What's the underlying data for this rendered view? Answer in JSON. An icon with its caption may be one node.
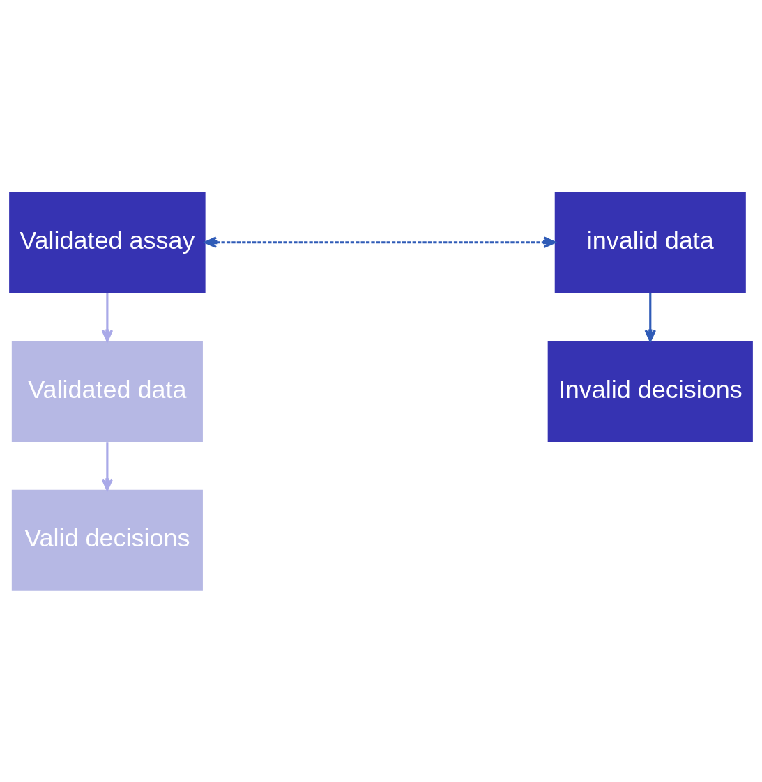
{
  "diagram": {
    "nodes": [
      {
        "text": [
          "Validated assay"
        ]
      },
      {
        "text": [
          "invalid data"
        ]
      },
      {
        "text": [
          "Validated data"
        ]
      },
      {
        "text": [
          "Invalid decisions"
        ]
      },
      {
        "text": [
          "Valid decisions"
        ]
      }
    ],
    "edges": [
      {
        "from": 0,
        "to": 1,
        "arrow": "both",
        "style": "dashed",
        "color": "#2f5bb7"
      },
      {
        "from": 0,
        "to": 2,
        "arrow": "to",
        "color": "#a9a9e8"
      },
      {
        "from": 1,
        "to": 3,
        "arrow": "to",
        "color": "#2f5bb7"
      },
      {
        "from": 2,
        "to": 4,
        "arrow": "to",
        "color": "#a9a9e8"
      }
    ]
  }
}
